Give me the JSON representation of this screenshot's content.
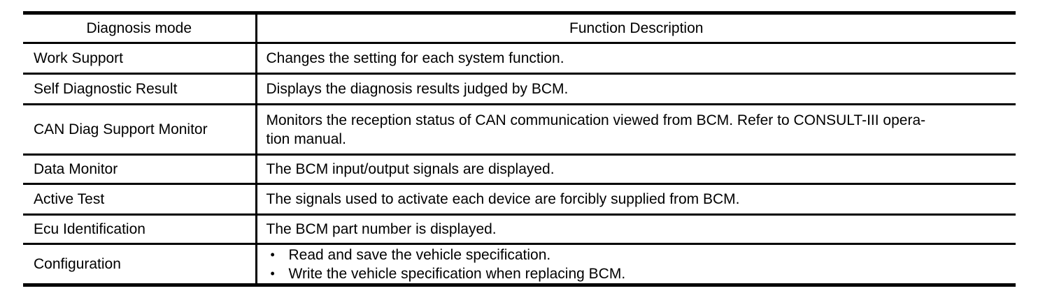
{
  "page": {
    "background_color": "#ffffff",
    "text_color": "#000000",
    "border_color": "#000000"
  },
  "table": {
    "bullet_char": "•",
    "columns": [
      {
        "label": "Diagnosis mode"
      },
      {
        "label": "Function Description"
      }
    ],
    "rows": [
      {
        "mode": "Work Support",
        "lines": [
          "Changes the setting for each system function."
        ]
      },
      {
        "mode": "Self Diagnostic Result",
        "lines": [
          "Displays the diagnosis results judged by BCM."
        ]
      },
      {
        "mode": "CAN Diag Support Monitor",
        "lines": [
          "Monitors the reception status of CAN communication viewed from BCM. Refer to CONSULT-III opera-",
          "tion manual."
        ]
      },
      {
        "mode": "Data Monitor",
        "lines": [
          "The BCM input/output signals are displayed."
        ]
      },
      {
        "mode": "Active Test",
        "lines": [
          "The signals used to activate each device are forcibly supplied from BCM."
        ]
      },
      {
        "mode": "Ecu Identification",
        "lines": [
          "The BCM part number is displayed."
        ]
      },
      {
        "mode": "Configuration",
        "bullets": [
          "Read and save the vehicle specification.",
          "Write the vehicle specification when replacing BCM."
        ]
      }
    ]
  }
}
